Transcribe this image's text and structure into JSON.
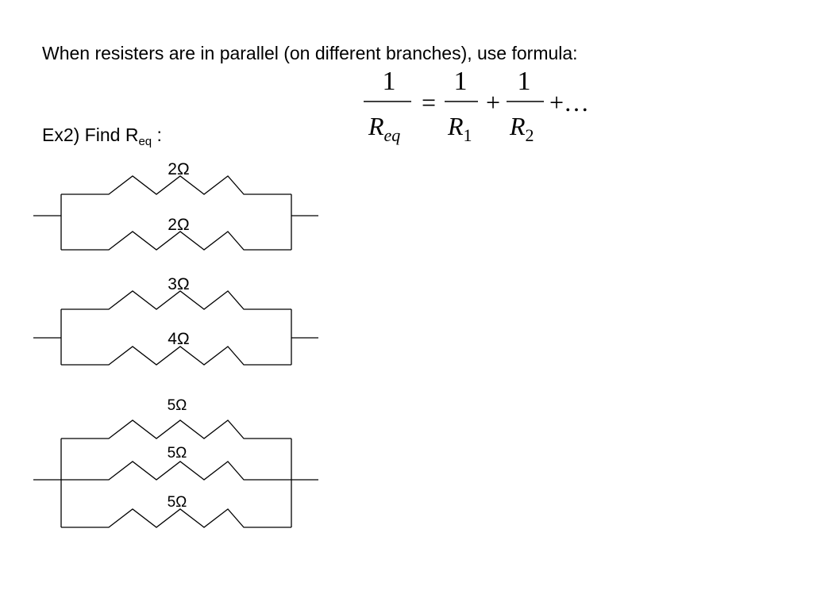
{
  "intro_text": "When resisters are in parallel (on different branches), use formula:",
  "example": {
    "prefix": "Ex2) Find R",
    "subscript": "eq",
    "suffix": " :"
  },
  "formula": {
    "lhs_numerator": "1",
    "lhs_symbol": "R",
    "lhs_subscript": "eq",
    "equals": "=",
    "term1_numerator": "1",
    "term1_symbol": "R",
    "term1_subscript": "1",
    "plus": "+",
    "term2_numerator": "1",
    "term2_symbol": "R",
    "term2_subscript": "2",
    "trailing": "+…"
  },
  "circuits": [
    {
      "resistors": [
        "2Ω",
        "2Ω"
      ]
    },
    {
      "resistors": [
        "3Ω",
        "4Ω"
      ]
    },
    {
      "resistors": [
        "5Ω",
        "5Ω",
        "5Ω"
      ]
    }
  ]
}
